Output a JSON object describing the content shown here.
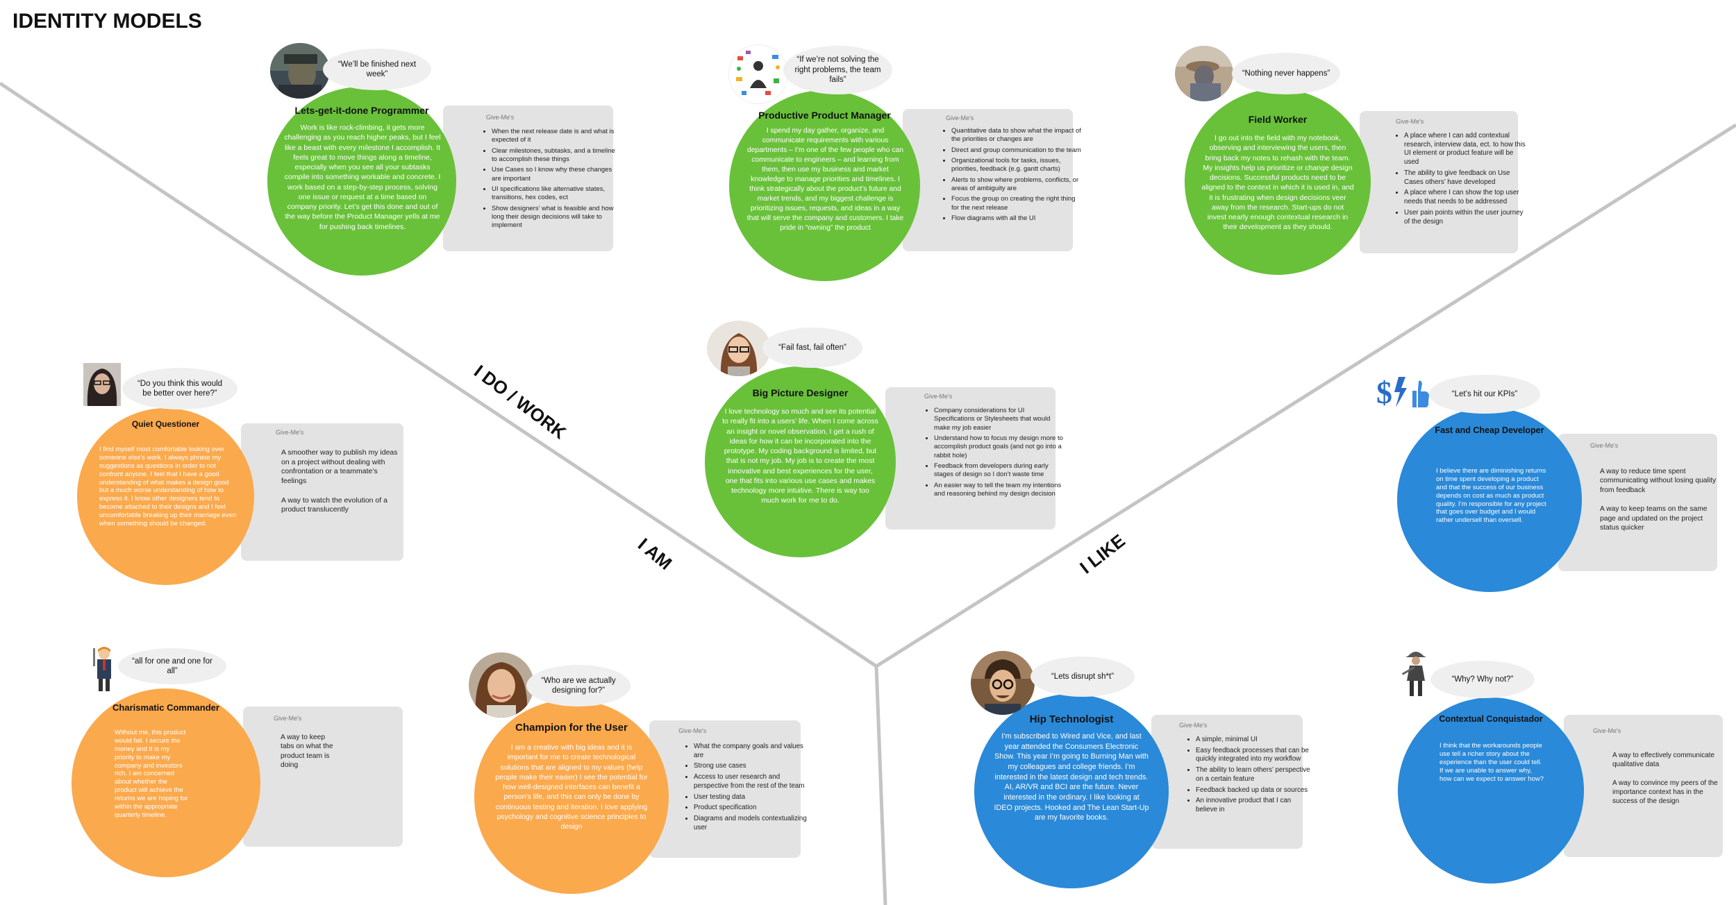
{
  "title": "IDENTITY MODELS",
  "sections": {
    "do_work": "I DO / WORK",
    "i_am": "I AM",
    "i_like": "I LIKE"
  },
  "give_label": "Give-Me's",
  "colors": {
    "green": "#69c13a",
    "orange": "#fba94d",
    "blue": "#2a89d8",
    "panel": "#e3e3e3",
    "divider": "#c4c4c4"
  },
  "personas": {
    "programmer": {
      "name": "Lets-get-it-done Programmer",
      "quote": "“We’ll be finished next week”",
      "bio": "Work is like rock-climbing, it gets more challenging as you reach higher peaks, but I feel like a beast with every milestone I accomplish. It feels great to move things along a timeline, especially when you see all your subtasks compile into something workable and concrete. I work based on a step-by-step process, solving one issue or request at a time based on company priority. Let’s get this done and out of the way before the Product Manager yells at me for pushing back timelines.",
      "gives": [
        "When the next release date is and what is expected of it",
        "Clear milestones, subtasks, and a timeline to accomplish these things",
        "Use Cases so I know why these changes are important",
        "UI specifications like alternative states, transitions, hex codes, ect",
        "Show designers’ what is feasible and how long their design decisions will take to implement"
      ]
    },
    "product_manager": {
      "name": "Productive Product Manager",
      "quote": "“If we’re not solving the right problems, the team fails”",
      "bio": "I spend my day gather, organize, and communicate requirements with various departments – I’m one of the few people who can communicate to engineers – and learning from them, then use my business and market knowledge to manage priorities and timelines. I think strategically about the product’s future and market trends, and my biggest challenge is prioritizing issues, requests, and ideas in a way that will serve the company and customers. I take pride in “owning” the product",
      "gives": [
        "Quantitative data to show what the impact of the priorities or changes are",
        "Direct and group communication to the team",
        "Organizational tools for tasks, issues, priorities, feedback (e.g. gantt charts)",
        "Alerts to show where problems, conflicts, or areas of ambiguity are",
        "Focus the group on creating the right thing for the next release",
        "Flow diagrams with all the UI"
      ]
    },
    "field_worker": {
      "name": "Field Worker",
      "quote": "“Nothing never happens”",
      "bio": "I go out into the field with my notebook, observing and interviewing the users, then bring back my notes to rehash with the team. My insights help us prioritize or change design decisions. Successful products need to be aligned to the context in which it is used in, and it is frustrating when design decisions veer away from the research. Start-ups do not invest nearly enough contextual research in their development as they should.",
      "gives": [
        "A place where I can add contextual research, interview data, ect. to how this UI element or product feature will be used",
        "The ability to give feedback on Use Cases others’ have developed",
        "A place where I can show the top user needs that needs to be addressed",
        "User pain points within the user journey of the design"
      ]
    },
    "designer": {
      "name": "Big Picture Designer",
      "quote": "“Fail fast, fail often”",
      "bio": "I love technology so much and see its potential to really fit into a users’ life. When I come across an insight or novel observation, I get a rush of ideas for how it can be incorporated into the prototype. My coding background is limited, but that is not my job. My job is to create the most innovative and best experiences for the user, one that fits into various use cases and makes technology more intuitive. There is way too much work for me to do.",
      "gives": [
        "Company considerations for UI Specifications or Stylesheets that would make my job easier",
        "Understand how to focus my design more to accomplish product goals (and not go into a rabbit hole)",
        "Feedback from developers during early stages of design so I don’t waste time",
        "An easier way to tell the team my intentions and reasoning behind my design decision"
      ]
    },
    "questioner": {
      "name": "Quiet Questioner",
      "quote": "“Do you think this would be better over here?”",
      "bio": "I find myself most comfortable looking over someone else’s work. I always phrase my suggestions as questions in order to not confront anyone. I feel that I have a good understanding of what makes a design good but a much worse understanding of how to express it. I know other designers tend to become attached to their designs and I feel uncomfortable breaking up their marriage even when something should be changed.",
      "gives": [
        "A smoother way to publish my ideas on a project without dealing with confrontation or a teammate’s feelings",
        "A way to watch the evolution of a product translucently"
      ]
    },
    "commander": {
      "name": "Charismatic Commander",
      "quote": "“all for one and one for all”",
      "bio": "Without me, this product would fail. I secure the money and it is my priority to make my company and investors rich. I am concerned about whether the product will achieve the returns we are hoping for within the appropriate quarterly timeline.",
      "gives": [
        "A way to keep tabs on what the product team is doing"
      ]
    },
    "champion": {
      "name": "Champion for the User",
      "quote": "“Who are we actually designing for?”",
      "bio": "I am a creative with big ideas and it is important for me to create technological solutions that are aligned to my values (help people make their easier) I see the potential for how well-designed interfaces can benefit a person’s life, and this can only be done by continuous testing and iteration. I love applying psychology and cognitive science principles to design",
      "gives": [
        "What the company goals and values are",
        "Strong use cases",
        "Access to user research and perspective from the rest of the team",
        "User testing data",
        "Product specification",
        "Diagrams and models contextualizing user"
      ]
    },
    "developer": {
      "name": "Fast and Cheap Developer",
      "quote": "“Let’s hit our KPIs”",
      "bio": "I believe there are diminishing returns on time spent developing a product and that the success of our business depends on cost as much as product quality. I’m responsible for any project that goes over budget and I would rather undersell than oversell.",
      "gives": [
        "A way to reduce time spent communicating without losing quality from feedback",
        "A way to keep teams on the same page and updated on the project status quicker"
      ]
    },
    "technologist": {
      "name": "Hip Technologist",
      "quote": "“Lets disrupt sh*t”",
      "bio": "I’m subscribed to Wired and Vice, and last year attended the Consumers Electronic Show. This year I’m going to Burning Man with my colleagues and college friends. I’m interested in the latest design and tech trends. AI, AR/VR and BCI are the future. Never interested in the ordinary. I like looking at IDEO projects. Hooked and The Lean Start-Up are my favorite books.",
      "gives": [
        "A simple, minimal UI",
        "Easy feedback processes that can be quickly integrated into my workflow",
        "The ability to learn others’ perspective on a certain feature",
        "Feedback backed up data or sources",
        "An innovative product that I can believe in"
      ]
    },
    "conquistador": {
      "name": "Contextual Conquistador",
      "quote": "“Why? Why not?”",
      "bio": "I think that the workarounds people use tell a richer story about the experience than the user could tell. If we are unable to answer why, how can we expect to answer how?",
      "gives": [
        "A way to effectively communicate qualitative data",
        "A way to convince my peers of the importance context has in the success of the design"
      ]
    }
  }
}
